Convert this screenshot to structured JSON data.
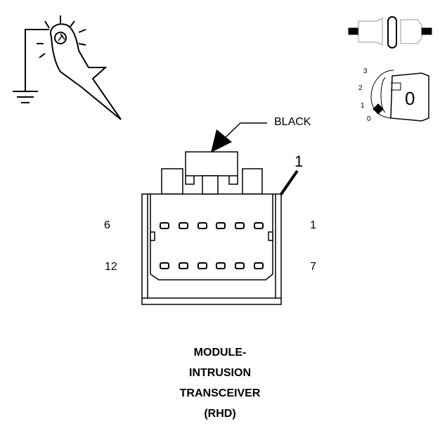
{
  "connector": {
    "color_label": "BLACK",
    "callout_number": "1",
    "pin_labels": {
      "top_left": "6",
      "top_right": "1",
      "bottom_left": "12",
      "bottom_right": "7"
    },
    "pins_per_row": 6,
    "rows": 2
  },
  "ignition_switch": {
    "positions": [
      "3",
      "2",
      "1",
      "0"
    ],
    "key_label": "0"
  },
  "caption": [
    "MODULE-",
    "INTRUSION",
    "TRANSCEIVER",
    "(RHD)"
  ]
}
